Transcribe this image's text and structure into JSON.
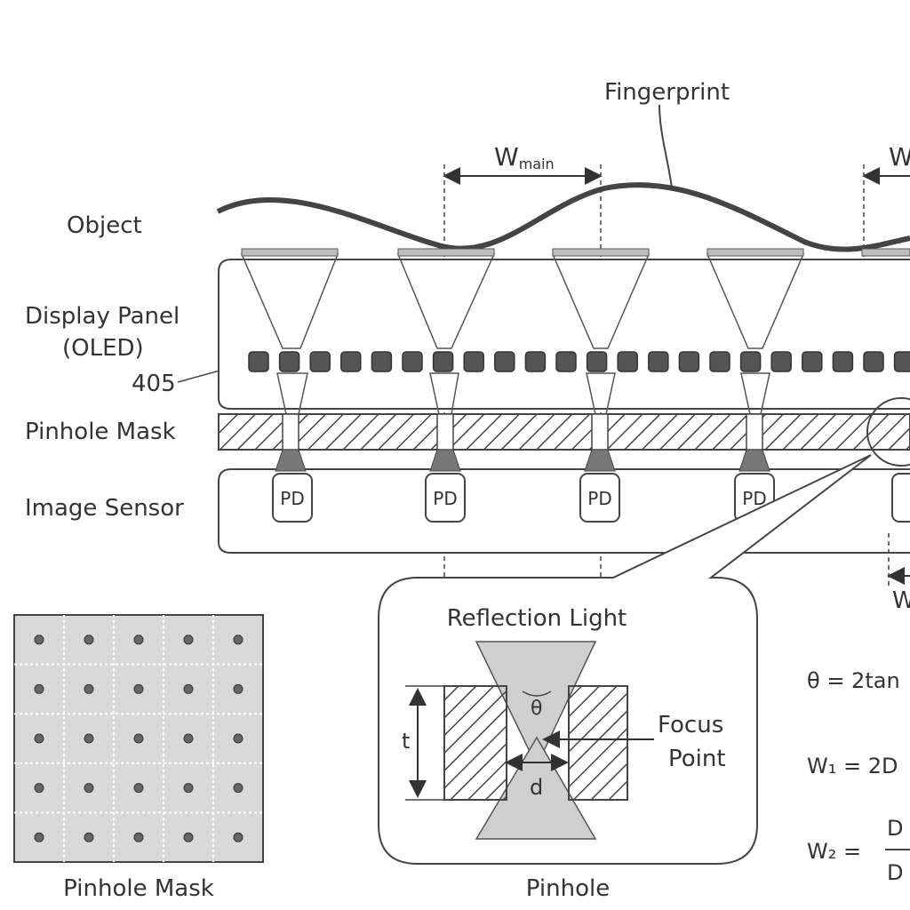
{
  "labels": {
    "fingerprint": "Fingerprint",
    "w_main_base": "W",
    "w_main_sub": "main",
    "w_right_fragment": "W",
    "object": "Object",
    "display_panel_line1": "Display Panel",
    "display_panel_line2": "(OLED)",
    "ref_405": "405",
    "pinhole_mask_layer": "Pinhole Mask",
    "image_sensor": "Image Sensor",
    "photodiode": "PD",
    "reflection_light": "Reflection Light",
    "theta_symbol": "θ",
    "t_symbol": "t",
    "d_symbol": "d",
    "focus_line1": "Focus",
    "focus_line2": "Point",
    "pinhole_mask_caption": "Pinhole Mask",
    "pinhole_caption": "Pinhole",
    "w_bottom_fragment": "W"
  },
  "equations": {
    "theta_fragment": "θ = 2tan",
    "w1_fragment": "W₁ = 2D",
    "w2_lhs": "W₂ =",
    "w2_num": "D",
    "w2_den": "D"
  },
  "colors": {
    "line": "#333333",
    "pixel_fill": "#555555",
    "cone_fill": "#cfcfcf",
    "grid_fill": "#d9d9d9"
  }
}
